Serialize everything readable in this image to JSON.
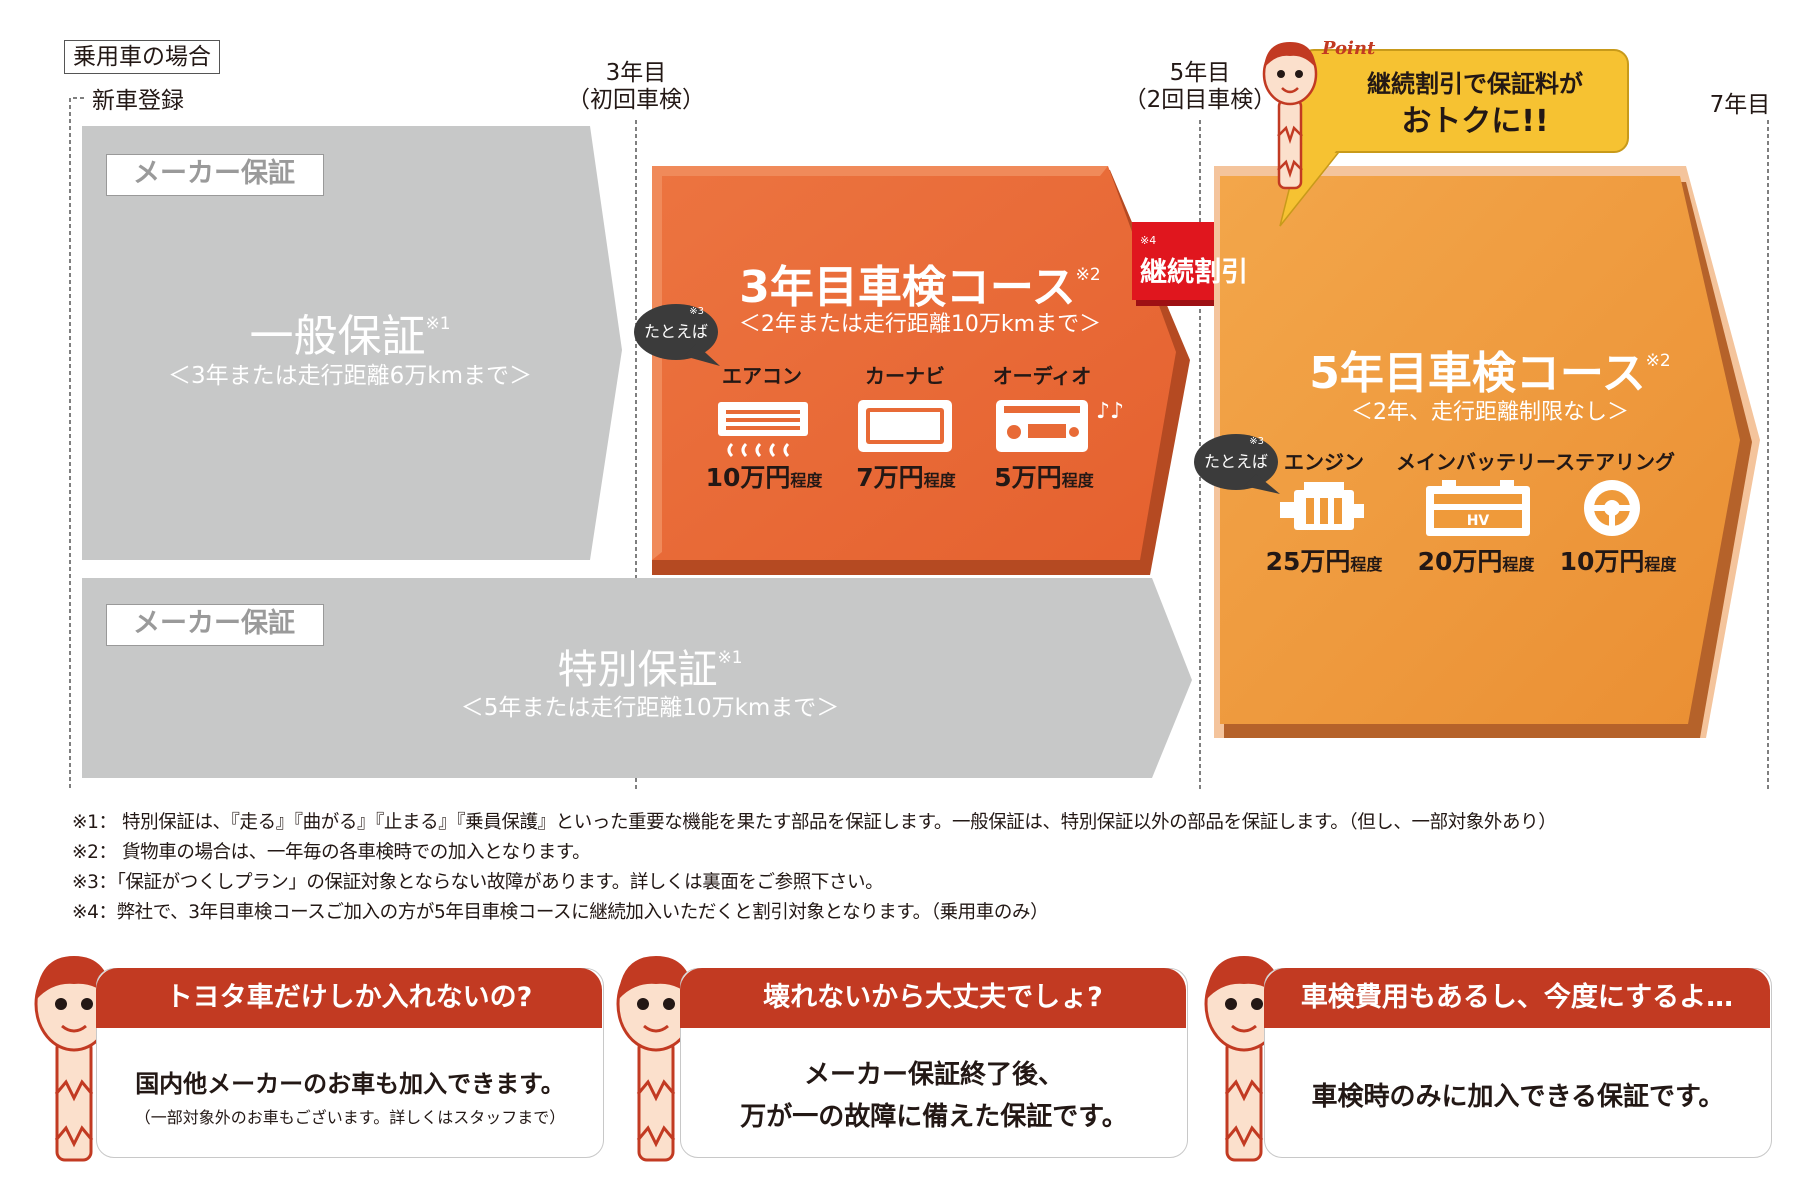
{
  "header": {
    "label": "乗用車の場合",
    "new_registration": "新車登録",
    "year3": [
      "3年目",
      "（初回車検）"
    ],
    "year5": [
      "5年目",
      "（2回目車検）"
    ],
    "year7": "7年目"
  },
  "general_warranty": {
    "badge": "メーカー保証",
    "title": "一般保証",
    "mark": "※1",
    "subtitle": "＜3年または走行距離6万kmまで＞"
  },
  "special_warranty": {
    "badge": "メーカー保証",
    "title": "特別保証",
    "mark": "※1",
    "subtitle": "＜5年または走行距離10万kmまで＞"
  },
  "course3": {
    "title": "3年目車検コース",
    "mark": "※2",
    "subtitle": "＜2年または走行距離10万kmまで＞",
    "example_label": "たとえば",
    "example_mark": "※3",
    "items": [
      {
        "name": "エアコン",
        "price": "10万円",
        "suffix": "程度",
        "icon": "air-conditioner-icon"
      },
      {
        "name": "カーナビ",
        "price": "7万円",
        "suffix": "程度",
        "icon": "car-navigation-icon"
      },
      {
        "name": "オーディオ",
        "price": "5万円",
        "suffix": "程度",
        "icon": "car-audio-icon"
      }
    ]
  },
  "continuation": {
    "mark": "※4",
    "label": "継続割引"
  },
  "course5": {
    "title": "5年目車検コース",
    "mark": "※2",
    "subtitle": "＜2年、走行距離制限なし＞",
    "example_label": "たとえば",
    "example_mark": "※3",
    "items": [
      {
        "name": "エンジン",
        "price": "25万円",
        "suffix": "程度",
        "icon": "engine-icon"
      },
      {
        "name": "メインバッテリー",
        "price": "20万円",
        "suffix": "程度",
        "icon": "hv-battery-icon"
      },
      {
        "name": "ステアリング",
        "price": "10万円",
        "suffix": "程度",
        "icon": "steering-wheel-icon"
      }
    ]
  },
  "point_callout": {
    "tag": "Point",
    "line1": "継続割引で保証料が",
    "line2": "おトクに!!"
  },
  "notes": [
    "※1： 特別保証は、『走る』『曲がる』『止まる』『乗員保護』といった重要な機能を果たす部品を保証します。一般保証は、特別保証以外の部品を保証します。（但し、一部対象外あり）",
    "※2： 貨物車の場合は、一年毎の各車検時での加入となります。",
    "※3：「保証がつくしプラン」の保証対象とならない故障があります。詳しくは裏面をご参照下さい。",
    "※4：弊社で、3年目車検コースご加入の方が5年目車検コースに継続加入いただくと割引対象となります。（乗用車のみ）"
  ],
  "faq": [
    {
      "question": "トヨタ車だけしか入れないの?",
      "answer_line1": "国内他メーカーのお車も加入できます。",
      "answer_line2": "",
      "answer_small": "（一部対象外のお車もございます。詳しくはスタッフまで）"
    },
    {
      "question": "壊れないから大丈夫でしょ?",
      "answer_line1": "メーカー保証終了後、",
      "answer_line2": "万が一の故障に備えた保証です。",
      "answer_small": ""
    },
    {
      "question": "車検費用もあるし、今度にするよ…",
      "answer_line1": "車検時のみに加入できる保証です。",
      "answer_line2": "",
      "answer_small": ""
    }
  ],
  "colors": {
    "gray_arrow": "#c7c8c8",
    "course3_orange": "#e86a36",
    "course5_orange": "#ef9a3a",
    "discount_red": "#e0161e",
    "callout_yellow": "#f6c232",
    "faq_red": "#c23a22"
  }
}
